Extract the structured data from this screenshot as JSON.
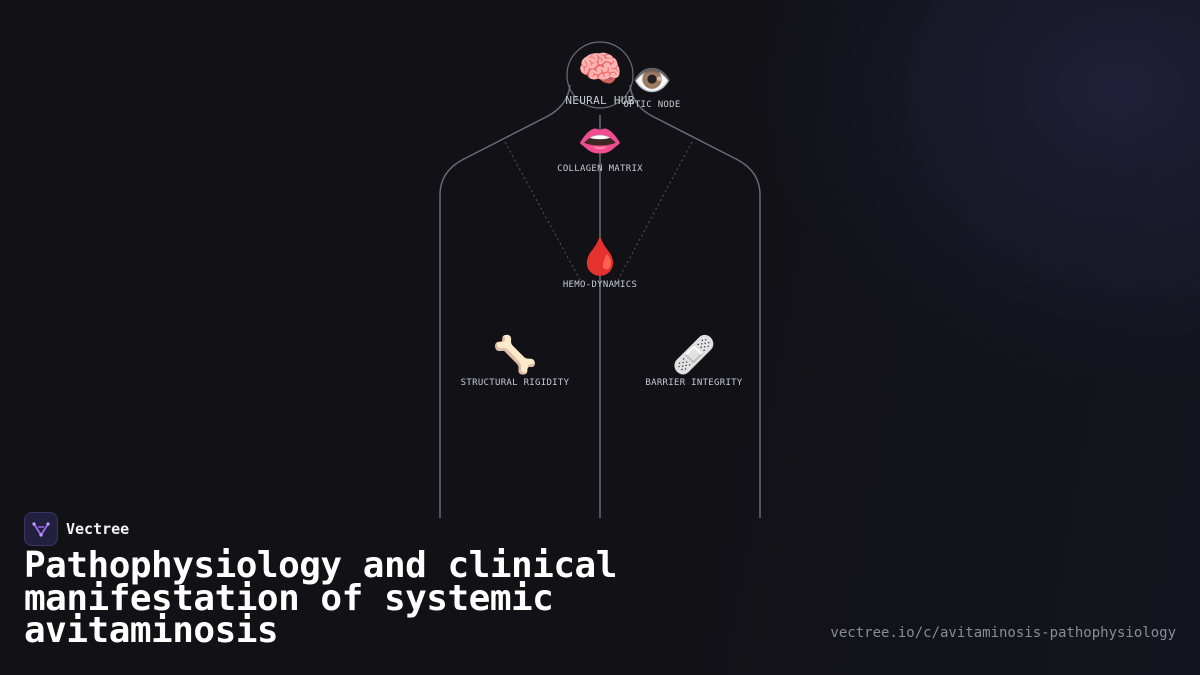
{
  "brand": {
    "name": "Vectree"
  },
  "title": "Pathophysiology and clinical manifestation of systemic avitaminosis",
  "url": "vectree.io/c/avitaminosis-pathophysiology",
  "nodes": {
    "neural": {
      "icon": "brain-icon",
      "glyph": "🧠",
      "label": "NEURAL HUB"
    },
    "optic": {
      "icon": "eye-icon",
      "glyph": "👁️",
      "label": "OPTIC NODE"
    },
    "collagen": {
      "icon": "mouth-icon",
      "glyph": "👄",
      "label": "COLLAGEN MATRIX"
    },
    "hemo": {
      "icon": "blood-drop-icon",
      "glyph": "🩸",
      "label": "HEMO-DYNAMICS"
    },
    "structural": {
      "icon": "bone-icon",
      "glyph": "🦴",
      "label": "STRUCTURAL RIGIDITY"
    },
    "barrier": {
      "icon": "bandage-icon",
      "glyph": "🩹",
      "label": "BARRIER INTEGRITY"
    }
  },
  "colors": {
    "background": "#111116",
    "outline": "#6b6b73",
    "text": "#ffffff",
    "muted": "#8b8b96"
  }
}
